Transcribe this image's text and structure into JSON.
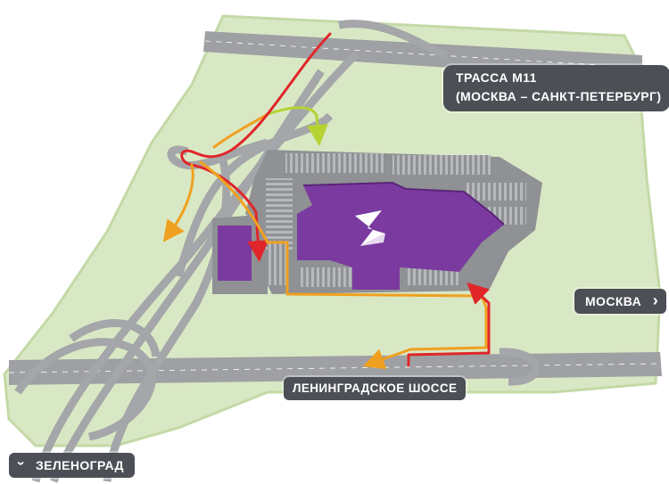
{
  "labels": {
    "highway_line1": "ТРАССА М11",
    "highway_line2": "(МОСКВА – САНКТ-ПЕТЕРБУРГ)",
    "moscow": "МОСКВА",
    "leningrad_highway": "ЛЕНИНГРАДСКОЕ ШОССЕ",
    "zelenograd": "ЗЕЛЕНОГРАД"
  },
  "icons": {
    "chevron_right": "›",
    "chevron_down": "›",
    "logo": "z-logo-icon"
  },
  "colors": {
    "grass": "#d9e8c4",
    "grass_outline": "#c3d9a6",
    "road": "#9ea0a3",
    "road_light": "#b8babd",
    "parking": "#8f9194",
    "building": "#7b3aa0",
    "route_red": "#e0262a",
    "route_orange": "#f0a020",
    "route_lime": "#b5d233",
    "label_bg": "#4c4f55",
    "label_text": "#ffffff"
  }
}
